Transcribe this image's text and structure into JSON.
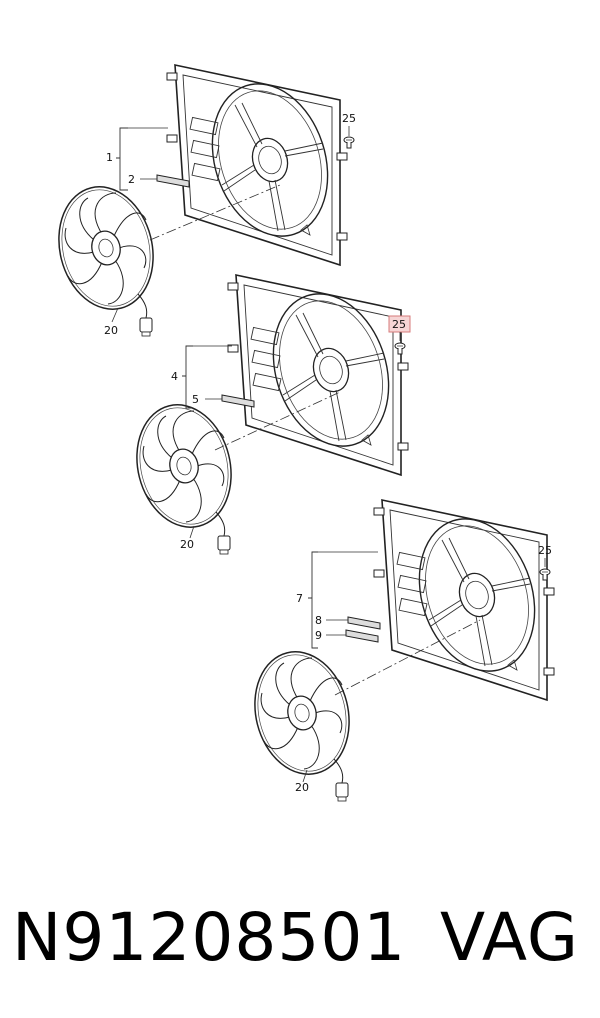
{
  "diagram": {
    "labels": {
      "a1": "1",
      "a2": "2",
      "a25": "25",
      "a20": "20",
      "b4": "4",
      "b5": "5",
      "b25": "25",
      "b20": "20",
      "c7": "7",
      "c8": "8",
      "c9": "9",
      "c25": "25",
      "c20": "20"
    },
    "highlight_color": "#f6d5d5"
  },
  "caption": {
    "part_number": "N91208501",
    "brand": "VAG"
  }
}
